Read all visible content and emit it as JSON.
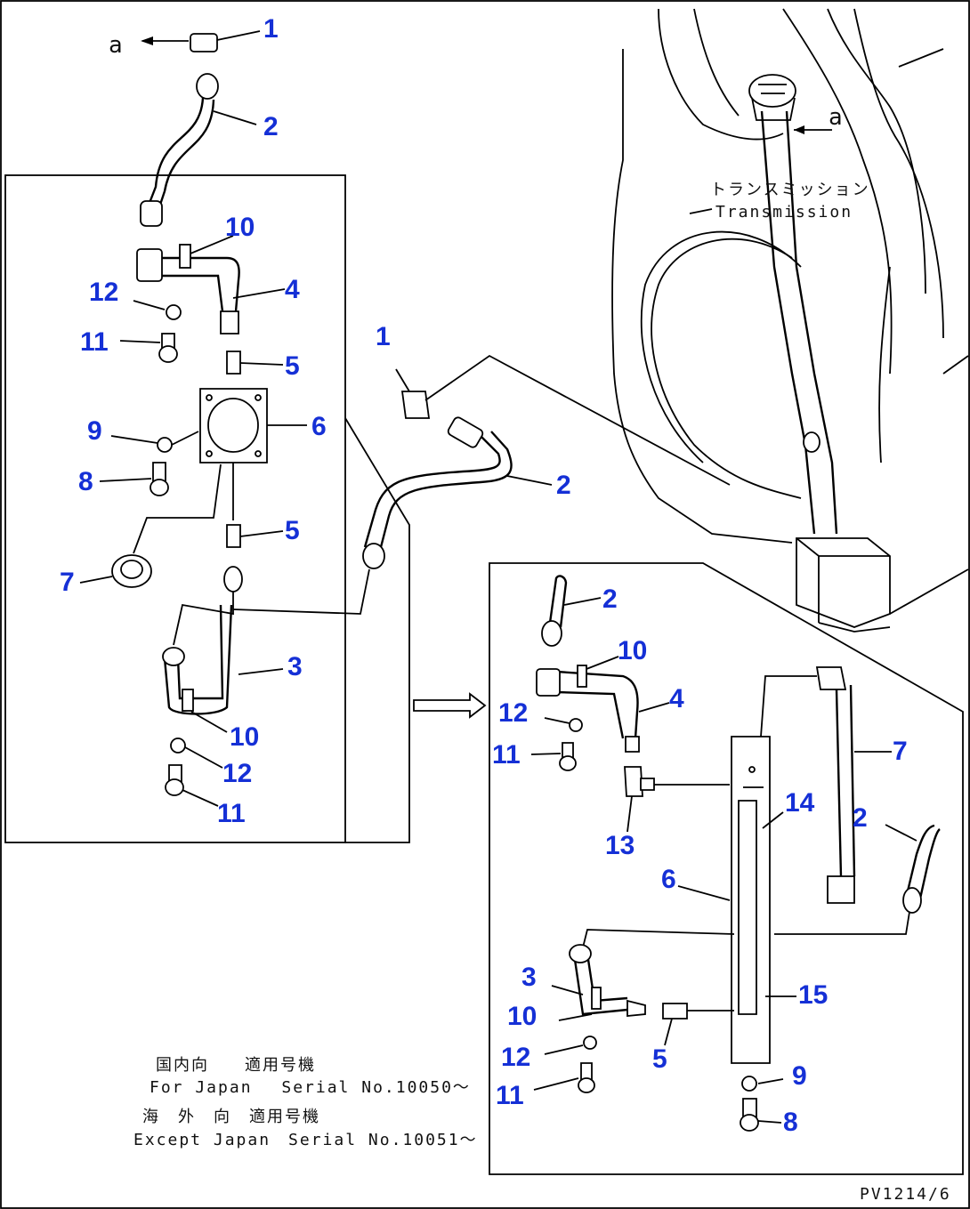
{
  "view_letter": "a",
  "transmission_label_jp": "トランスミッション",
  "transmission_label_en": "Transmission",
  "part_numbers": {
    "top_a_joint": "1",
    "top_a_hose": "2",
    "left_hose_mid": "2",
    "left_elbow": "4",
    "left_clamp": "10",
    "left_washer": "12",
    "left_bolt": "11",
    "left_connector_top": "5",
    "left_block": "6",
    "left_washer_9": "9",
    "left_bolt_8": "8",
    "left_connector_bottom": "5",
    "left_plug": "7",
    "left_tube_3": "3",
    "left_clamp_bottom": "10",
    "left_washer_bottom": "12",
    "left_bolt_bottom": "11",
    "center_joint": "1",
    "right_hose_top": "2",
    "right_clamp": "10",
    "right_elbow": "4",
    "right_washer": "12",
    "right_bolt": "11",
    "right_tee": "13",
    "right_block": "6",
    "right_tube_14": "14",
    "right_tube_7": "7",
    "right_hose_right": "2",
    "right_tube_3": "3",
    "right_clamp_bottom": "10",
    "right_washer_bottom": "12",
    "right_bolt_bottom": "11",
    "right_connector": "5",
    "right_tube_15": "15",
    "right_washer_9": "9",
    "right_bolt_8": "8"
  },
  "notes": {
    "jp_line_1": "国内向　　適用号機",
    "en_line_1": "For Japan　 Serial No.10050～",
    "jp_line_2": "海　外　向　適用号機",
    "en_line_2": "Except Japan　Serial No.10051～"
  },
  "figure_code": "PV1214/6"
}
